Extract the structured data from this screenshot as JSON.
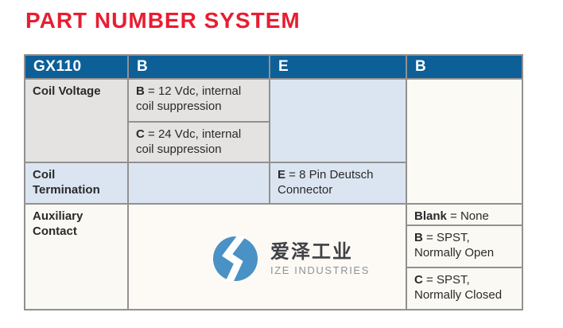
{
  "page": {
    "title": "PART NUMBER SYSTEM"
  },
  "table": {
    "header": [
      "GX110",
      "B",
      "E",
      "B"
    ],
    "rows": {
      "coil_voltage": {
        "label": "Coil Voltage",
        "options": [
          {
            "code": "B",
            "desc": " = 12 Vdc, internal coil suppression"
          },
          {
            "code": "C",
            "desc": " = 24 Vdc, internal coil suppression"
          }
        ]
      },
      "coil_termination": {
        "label": "Coil Termination",
        "option": {
          "code": "E",
          "desc": " = 8 Pin Deutsch Connector"
        }
      },
      "auxiliary_contact": {
        "label": "Auxiliary Contact",
        "options": [
          {
            "code": "Blank",
            "desc": " = None"
          },
          {
            "code": "B",
            "desc": " = SPST, Normally Open"
          },
          {
            "code": "C",
            "desc": " = SPST, Normally Closed"
          }
        ]
      }
    }
  },
  "logo": {
    "name_cn": "爱泽工业",
    "name_en": "IZE INDUSTRIES"
  },
  "colors": {
    "title_red": "#e81d32",
    "header_blue": "#0d5f98",
    "cell_gray": "#e4e3e1",
    "cell_light_blue": "#dbe5f1",
    "cell_cream": "#fbf9f3",
    "grid_line": "#919191",
    "logo_blue": "#4a91c5"
  }
}
